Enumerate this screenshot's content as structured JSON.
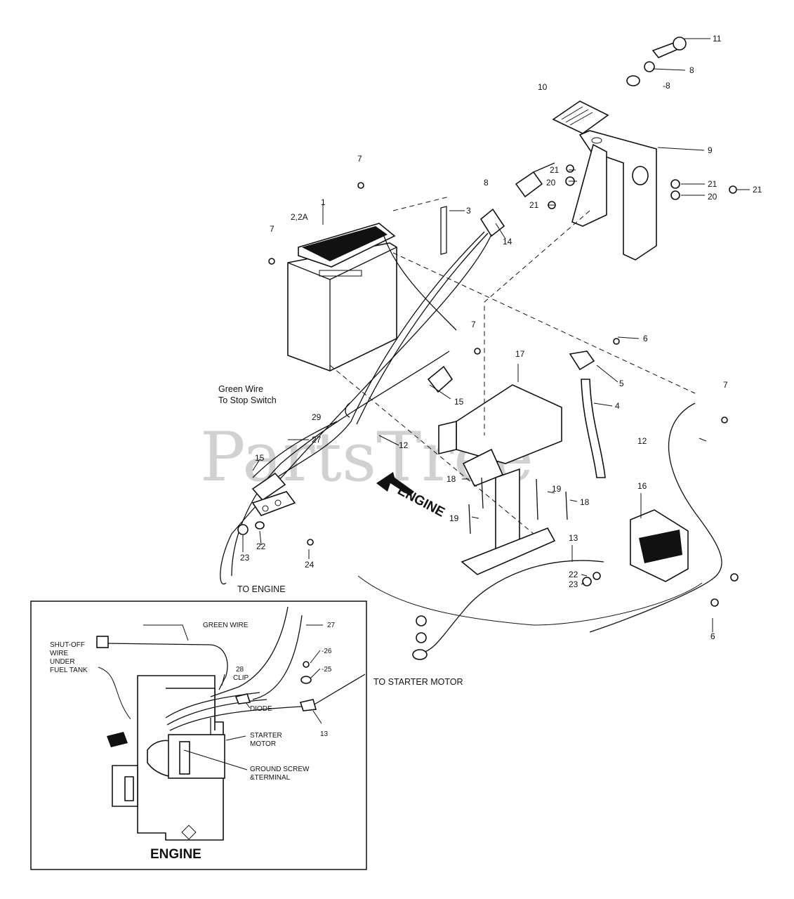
{
  "watermark": "PartsTree",
  "callouts": {
    "c1": "1",
    "c2": "2,2A",
    "c3": "3",
    "c4": "4",
    "c5": "5",
    "c6a": "6",
    "c6b": "6",
    "c7a": "7",
    "c7b": "7",
    "c7c": "7",
    "c7d": "7",
    "c8a": "8",
    "c8b": "8",
    "c8c": "-8",
    "c9": "9",
    "c10": "10",
    "c11": "11",
    "c12a": "12",
    "c12b": "12",
    "c13": "13",
    "c14": "14",
    "c15a": "15",
    "c15b": "15",
    "c16": "16",
    "c17": "17",
    "c18a": "18",
    "c18b": "18",
    "c19a": "19",
    "c19b": "19",
    "c20a": "20",
    "c20b": "20",
    "c21a": "21",
    "c21b": "21",
    "c21c": "21",
    "c21d": "21",
    "c22a": "22",
    "c22b": "22",
    "c23a": "23",
    "c23b": "23",
    "c24": "24",
    "c27": "27",
    "c29": "29"
  },
  "notes": {
    "green_wire_line1": "Green Wire",
    "green_wire_line2": "To Stop Switch",
    "to_engine": "TO ENGINE",
    "to_starter_motor": "TO STARTER MOTOR",
    "engine_arrow": "ENGINE"
  },
  "inset": {
    "title": "ENGINE",
    "green_wire": "GREEN WIRE",
    "c27": "27",
    "shut_off_1": "SHUT-OFF",
    "shut_off_2": "WIRE",
    "shut_off_3": "UNDER",
    "shut_off_4": "FUEL TANK",
    "clip_num": "28",
    "clip": "CLIP",
    "c26": "-26",
    "c25": "-25",
    "diode": "DIODE",
    "c13": "13",
    "starter_1": "STARTER",
    "starter_2": "MOTOR",
    "ground_1": "GROUND SCREW",
    "ground_2": "&TERMINAL"
  }
}
